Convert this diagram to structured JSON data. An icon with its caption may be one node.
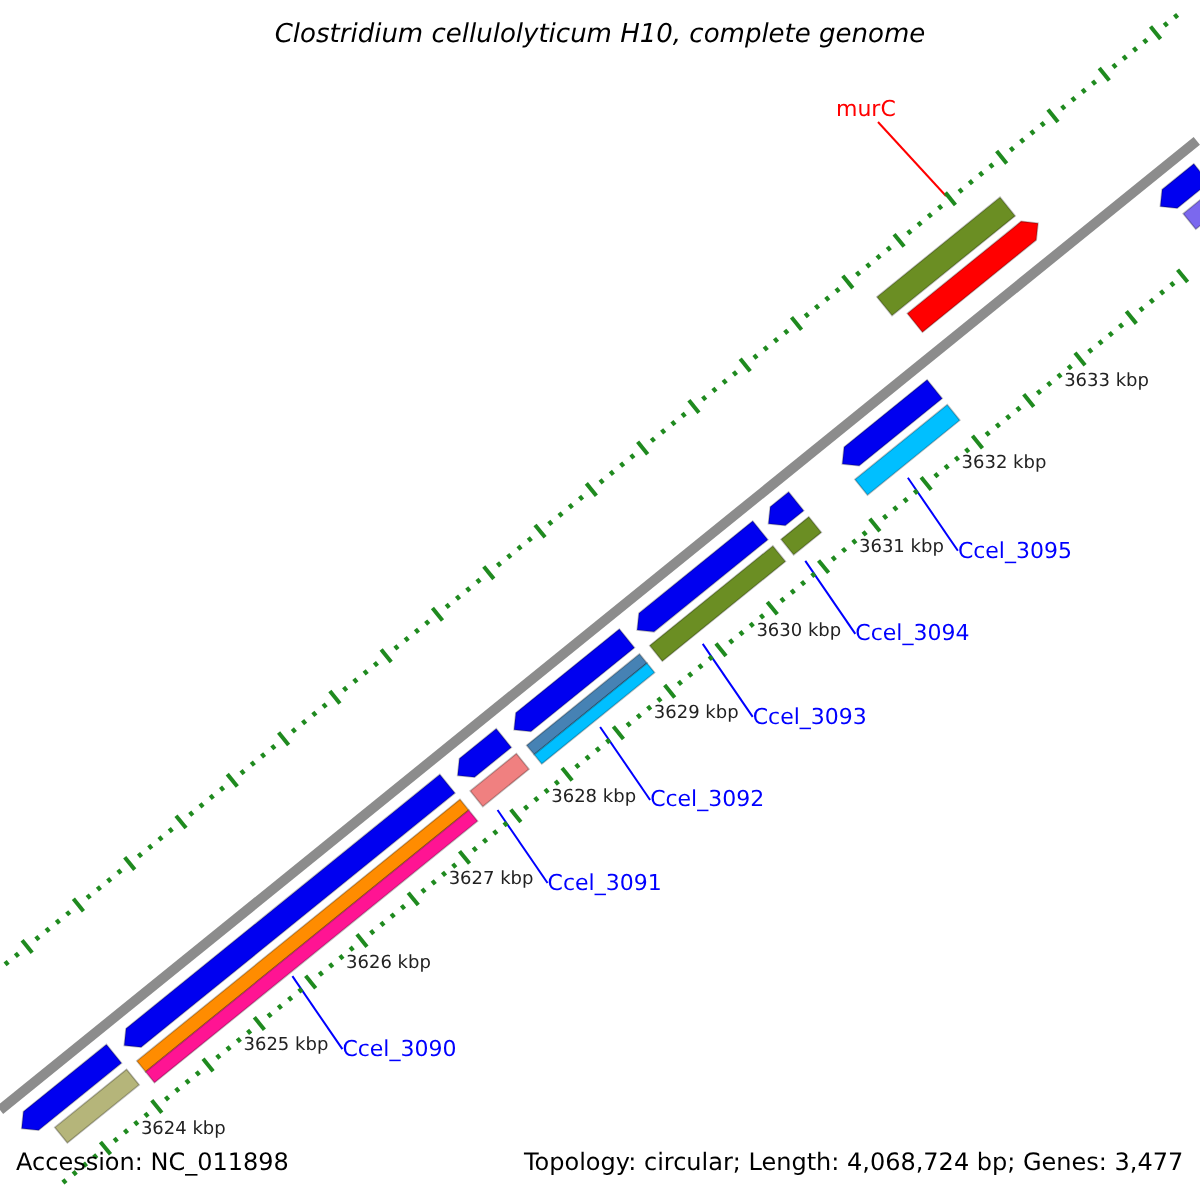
{
  "diagram": {
    "title": "Clostridium cellulolyticum H10, complete genome",
    "nodes": [
      {
        "text": [
          "murC"
        ]
      },
      {
        "text": [
          "Ccel_3095"
        ]
      },
      {
        "text": [
          "Ccel_3094"
        ]
      },
      {
        "text": [
          "Ccel_3093"
        ]
      },
      {
        "text": [
          "Ccel_3092"
        ]
      },
      {
        "text": [
          "Ccel_3091"
        ]
      },
      {
        "text": [
          "Ccel_3090"
        ]
      }
    ],
    "edges": [
      {
        "from": 0,
        "to": null,
        "arrow": "none",
        "color": "#ff0000"
      },
      {
        "from": 1,
        "to": null,
        "arrow": "none"
      },
      {
        "from": 2,
        "to": null,
        "arrow": "none"
      },
      {
        "from": 3,
        "to": null,
        "arrow": "none"
      },
      {
        "from": 4,
        "to": null,
        "arrow": "none"
      },
      {
        "from": 5,
        "to": null,
        "arrow": "none"
      },
      {
        "from": 6,
        "to": null,
        "arrow": "none"
      }
    ],
    "labels": [
      "3633 kbp",
      "3632 kbp",
      "3631 kbp",
      "3630 kbp",
      "3629 kbp",
      "3628 kbp",
      "3627 kbp",
      "3626 kbp",
      "3625 kbp",
      "3624 kbp",
      "Accession: NC_011898",
      "Topology: circular; Length: 4,068,724 bp; Genes: 3,477"
    ]
  }
}
